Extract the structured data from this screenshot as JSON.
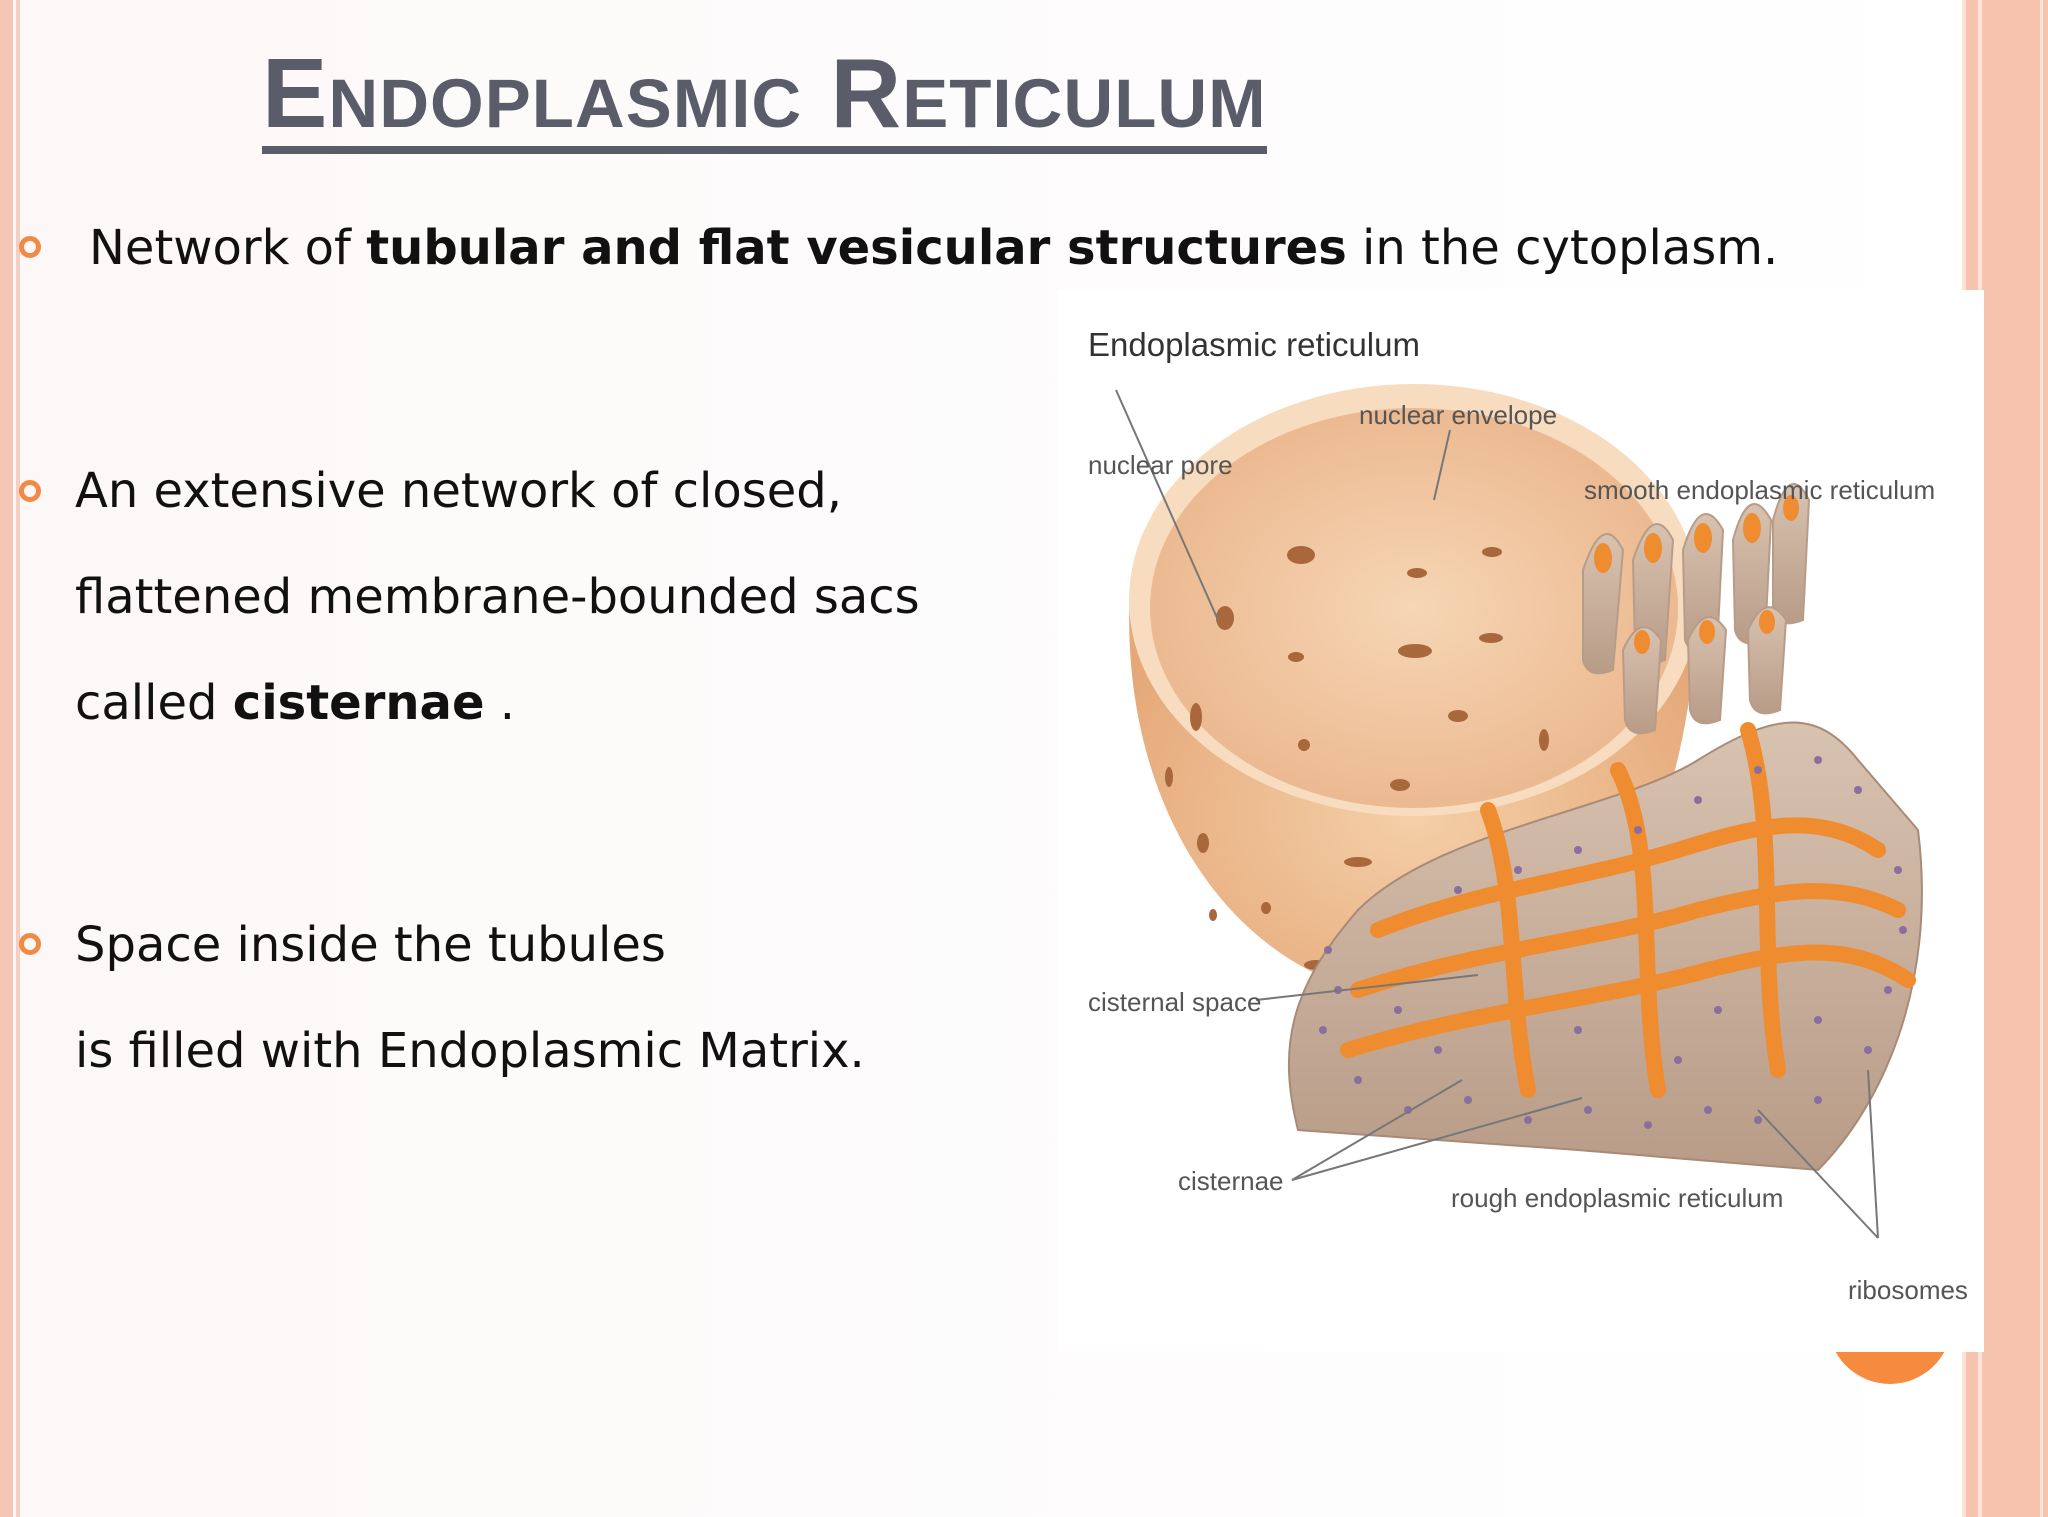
{
  "slide": {
    "title": "Endoplasmic Reticulum",
    "bullets": [
      {
        "parts": [
          {
            "text": "Network of ",
            "bold": false
          },
          {
            "text": "tubular and flat vesicular structures",
            "bold": true
          },
          {
            "text": " in the cytoplasm.",
            "bold": false
          }
        ]
      },
      {
        "lines": [
          "An extensive network of closed,",
          "flattened membrane-bounded sacs"
        ],
        "last_line_parts": [
          {
            "text": "called ",
            "bold": false
          },
          {
            "text": "cisternae",
            "bold": true
          },
          {
            "text": " .",
            "bold": false
          }
        ]
      },
      {
        "lines": [
          "Space inside the tubules",
          "is filled with Endoplasmic Matrix."
        ]
      }
    ]
  },
  "figure": {
    "title": "Endoplasmic reticulum",
    "labels": {
      "nuclear_envelope": "nuclear envelope",
      "nuclear_pore": "nuclear pore",
      "smooth_er": "smooth endoplasmic reticulum",
      "cisternal_space": "cisternal space",
      "cisternae": "cisternae",
      "rough_er": "rough endoplasmic reticulum",
      "ribosomes": "ribosomes"
    }
  },
  "colors": {
    "title": "#5a5c6a",
    "bullet_accent": "#f18a45",
    "side_band": "#f6c3ae",
    "nucleus": "#f2c9a0",
    "er_membrane": "#c8ad98",
    "er_lumen": "#ee8c2f",
    "ribosome": "#8a6e9e"
  }
}
